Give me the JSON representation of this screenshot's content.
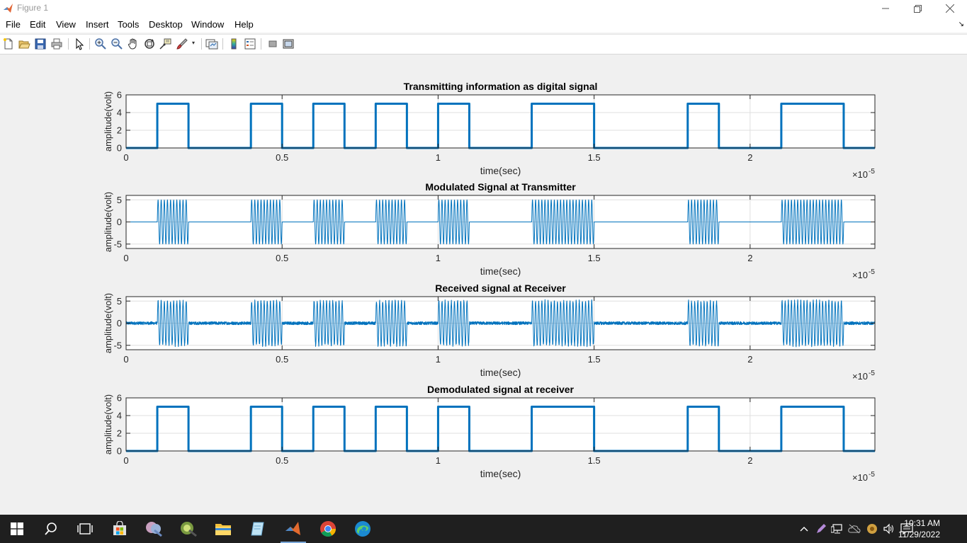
{
  "window": {
    "title": "Figure 1"
  },
  "menu": [
    "File",
    "Edit",
    "View",
    "Insert",
    "Tools",
    "Desktop",
    "Window",
    "Help"
  ],
  "toolbar_icons": [
    "new-figure-icon",
    "open-file-icon",
    "save-icon",
    "print-icon",
    "select-arrow-icon",
    "zoom-in-icon",
    "zoom-out-icon",
    "pan-hand-icon",
    "rotate-3d-icon",
    "data-cursor-icon",
    "brush-icon",
    "link-plot-icon",
    "colorbar-icon",
    "legend-icon",
    "hide-plot-tools-icon",
    "show-plot-tools-icon"
  ],
  "colors": {
    "line": "#0072bd",
    "grid": "#dfdfdf",
    "axes_bg": "#ffffff"
  },
  "chart_data": [
    {
      "type": "line",
      "title": "Transmitting information as digital signal",
      "xlabel": "time(sec)",
      "ylabel": "amplitude(volt)",
      "x_exponent_label": "×10",
      "x_exponent": "-5",
      "xlim": [
        0,
        2.4
      ],
      "ylim": [
        0,
        6
      ],
      "xticks": [
        0,
        0.5,
        1,
        1.5,
        2
      ],
      "yticks": [
        0,
        2,
        4,
        6
      ],
      "series": [
        {
          "kind": "digital",
          "level": 5,
          "high_intervals": [
            [
              0.1,
              0.2
            ],
            [
              0.4,
              0.5
            ],
            [
              0.6,
              0.7
            ],
            [
              0.8,
              0.9
            ],
            [
              1.0,
              1.1
            ],
            [
              1.3,
              1.5
            ],
            [
              1.8,
              1.9
            ],
            [
              2.1,
              2.3
            ]
          ],
          "line_width": 3
        }
      ]
    },
    {
      "type": "line",
      "title": "Modulated Signal at Transmitter",
      "xlabel": "time(sec)",
      "ylabel": "amplitude(volt)",
      "x_exponent_label": "×10",
      "x_exponent": "-5",
      "xlim": [
        0,
        2.4
      ],
      "ylim": [
        -6,
        6
      ],
      "xticks": [
        0,
        0.5,
        1,
        1.5,
        2
      ],
      "yticks": [
        -5,
        0,
        5
      ],
      "series": [
        {
          "kind": "modulated",
          "amplitude": 5,
          "cycles_per_unit": 100,
          "noise": 0,
          "high_intervals": [
            [
              0.1,
              0.2
            ],
            [
              0.4,
              0.5
            ],
            [
              0.6,
              0.7
            ],
            [
              0.8,
              0.9
            ],
            [
              1.0,
              1.1
            ],
            [
              1.3,
              1.5
            ],
            [
              1.8,
              1.9
            ],
            [
              2.1,
              2.3
            ]
          ],
          "line_width": 1
        }
      ]
    },
    {
      "type": "line",
      "title": "Received signal at Receiver",
      "xlabel": "time(sec)",
      "ylabel": "amplitude(volt)",
      "x_exponent_label": "×10",
      "x_exponent": "-5",
      "xlim": [
        0,
        2.4
      ],
      "ylim": [
        -6,
        6
      ],
      "xticks": [
        0,
        0.5,
        1,
        1.5,
        2
      ],
      "yticks": [
        -5,
        0,
        5
      ],
      "series": [
        {
          "kind": "modulated",
          "amplitude": 5,
          "cycles_per_unit": 100,
          "noise": 0.35,
          "high_intervals": [
            [
              0.1,
              0.2
            ],
            [
              0.4,
              0.5
            ],
            [
              0.6,
              0.7
            ],
            [
              0.8,
              0.9
            ],
            [
              1.0,
              1.1
            ],
            [
              1.3,
              1.5
            ],
            [
              1.8,
              1.9
            ],
            [
              2.1,
              2.3
            ]
          ],
          "line_width": 1
        }
      ]
    },
    {
      "type": "line",
      "title": "Demodulated signal at receiver",
      "xlabel": "time(sec)",
      "ylabel": "amplitude(volt)",
      "x_exponent_label": "×10",
      "x_exponent": "-5",
      "xlim": [
        0,
        2.4
      ],
      "ylim": [
        0,
        6
      ],
      "xticks": [
        0,
        0.5,
        1,
        1.5,
        2
      ],
      "yticks": [
        0,
        2,
        4,
        6
      ],
      "series": [
        {
          "kind": "digital",
          "level": 5,
          "high_intervals": [
            [
              0.1,
              0.2
            ],
            [
              0.4,
              0.5
            ],
            [
              0.6,
              0.7
            ],
            [
              0.8,
              0.9
            ],
            [
              1.0,
              1.1
            ],
            [
              1.3,
              1.5
            ],
            [
              1.8,
              1.9
            ],
            [
              2.1,
              2.3
            ]
          ],
          "line_width": 3
        }
      ]
    }
  ],
  "taskbar": {
    "apps": [
      "windows-start-icon",
      "search-icon",
      "task-view-icon",
      "microsoft-store-icon",
      "app-icon-1",
      "app-icon-2",
      "file-explorer-icon",
      "notepad-icon",
      "matlab-icon",
      "chrome-icon",
      "edge-icon"
    ],
    "tray": [
      "chevron-up-icon",
      "pen-icon",
      "network-icon",
      "onedrive-icon",
      "settings-icon",
      "volume-icon"
    ],
    "time": "10:31 AM",
    "date": "11/29/2022"
  }
}
